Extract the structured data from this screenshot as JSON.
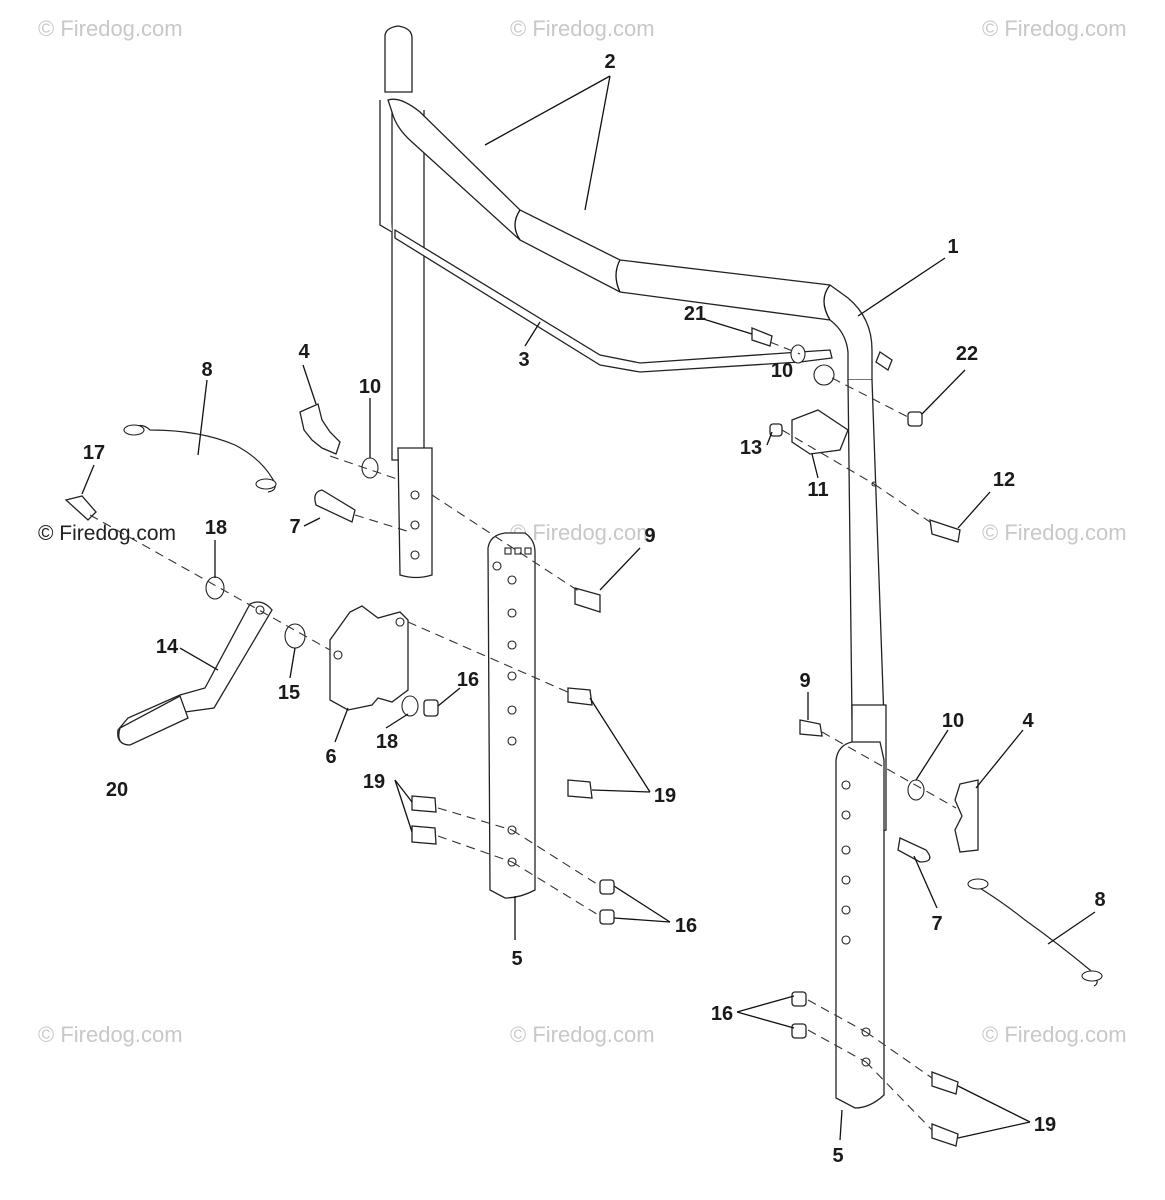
{
  "watermark": "© Firedog.com",
  "callouts": {
    "c1": "1",
    "c2": "2",
    "c3": "3",
    "c4a": "4",
    "c4b": "4",
    "c5a": "5",
    "c5b": "5",
    "c6": "6",
    "c7a": "7",
    "c7b": "7",
    "c8a": "8",
    "c8b": "8",
    "c9a": "9",
    "c9b": "9",
    "c10a": "10",
    "c10b": "10",
    "c10c": "10",
    "c11": "11",
    "c12": "12",
    "c13": "13",
    "c14": "14",
    "c15": "15",
    "c16a": "16",
    "c16b": "16",
    "c16c": "16",
    "c17": "17",
    "c18a": "18",
    "c18b": "18",
    "c19a": "19",
    "c19b": "19",
    "c19c": "19",
    "c20": "20",
    "c21": "21",
    "c22": "22"
  }
}
